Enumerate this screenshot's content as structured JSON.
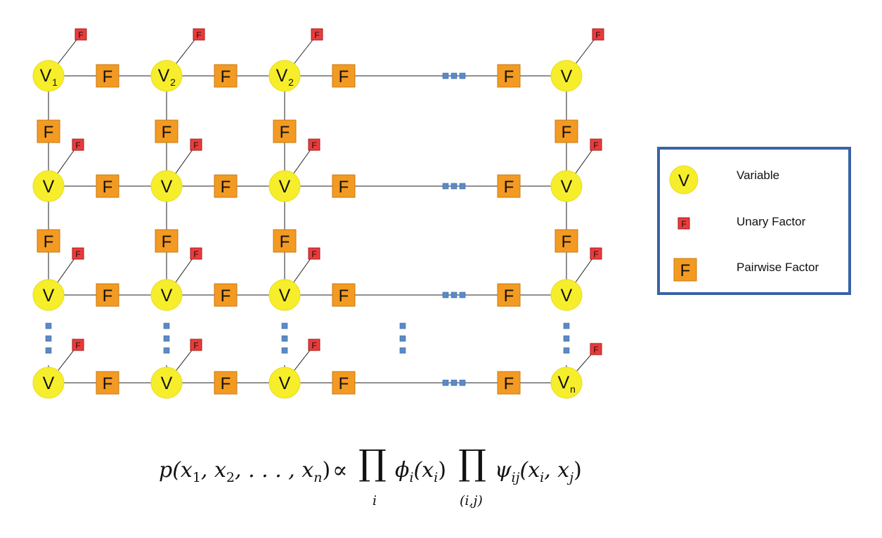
{
  "colors": {
    "variable_fill": "#f7ee2b",
    "variable_stroke": "#e8dc1e",
    "pairwise_fill": "#f39a22",
    "pairwise_stroke": "#c97a10",
    "unary_fill": "#ea3b3b",
    "unary_stroke": "#a51b1b",
    "ellipsis": "#5b8ac6",
    "legend_border": "#3a63a6"
  },
  "graph": {
    "variable_letter": "V",
    "factor_letter": "F",
    "subscripts": {
      "r0c0": "1",
      "r0c1": "2",
      "r0c2": "2",
      "r4c4": "n"
    }
  },
  "legend": {
    "items": [
      {
        "symbol": "variable-icon",
        "symbol_text": "V",
        "label": "Variable"
      },
      {
        "symbol": "unary-factor-icon",
        "symbol_text": "F",
        "label": "Unary Factor"
      },
      {
        "symbol": "pairwise-factor-icon",
        "symbol_text": "F",
        "label": "Pairwise Factor"
      }
    ]
  },
  "formula": {
    "lhs": "p(x",
    "lhs_sub1": "1",
    "comma1": ", x",
    "lhs_sub2": "2",
    "ellipsis": ", . . . , x",
    "lhs_subn": "n",
    "close": ")",
    "propto": "∝",
    "prod1": "∏",
    "prod1_index": "i",
    "phi": "ϕ",
    "phi_sub": "i",
    "phi_arg": "(x",
    "phi_arg_sub": "i",
    "phi_close": ")",
    "prod2": "∏",
    "prod2_index": "(i,j)",
    "psi": "ψ",
    "psi_sub": "ij",
    "psi_arg": "(x",
    "psi_arg_sub1": "i",
    "psi_comma": ", x",
    "psi_arg_sub2": "j",
    "psi_close": ")"
  }
}
